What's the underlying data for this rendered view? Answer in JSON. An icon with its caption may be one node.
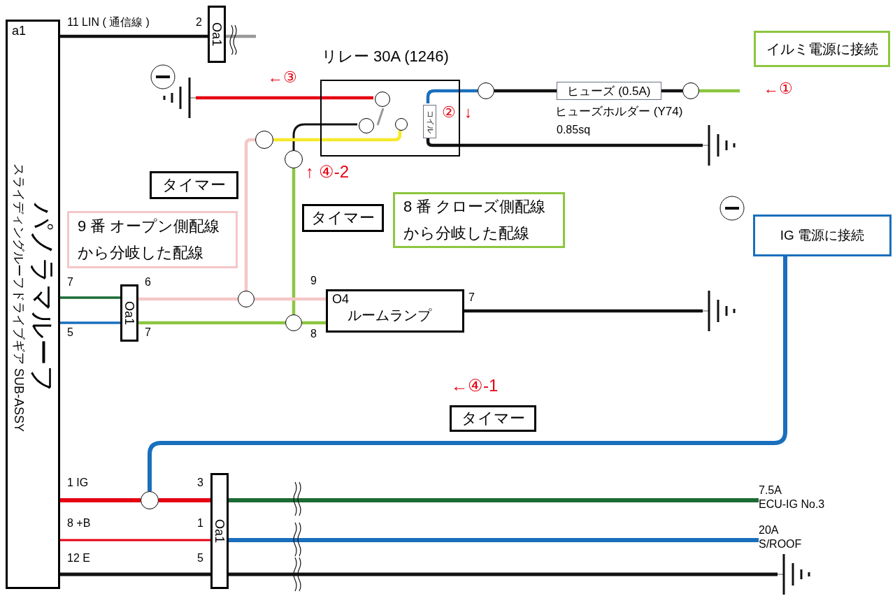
{
  "diagram": {
    "nodes": [
      {
        "text": [
          "a1",
          "パノラマルーフ",
          "スライディングルーフドライブギア SUB-ASSY"
        ]
      },
      {
        "text": [
          "Oa1"
        ]
      },
      {
        "text": [
          "リレー 30A (1246)"
        ]
      },
      {
        "text": [
          "コイル"
        ],
        "in": 2
      },
      {
        "text": [
          "ヒューズ (0.5A)"
        ],
        "beside": [
          "ヒューズホルダー (Y74)"
        ]
      },
      {
        "text": [
          "イルミ電源に接続"
        ]
      },
      {
        "text": [
          "タイマー"
        ]
      },
      {
        "text": [
          "タイマー"
        ]
      },
      {
        "text": [
          "9 番 オープン側配線から分岐した配線"
        ]
      },
      {
        "text": [
          "8 番 クローズ側配線から分岐した配線"
        ]
      },
      {
        "text": [
          "Oa1"
        ]
      },
      {
        "text": [
          "O4",
          "ルームランプ"
        ]
      },
      {
        "text": [
          "IG 電源に接続"
        ]
      },
      {
        "text": [
          "タイマー"
        ]
      },
      {
        "text": [
          "Oa1"
        ]
      },
      {
        "text": [
          "7.5A",
          "ECU-IG No.3"
        ]
      },
      {
        "text": [
          "20A",
          "S/ROOF"
        ]
      },
      {
        "text": [],
        "shape": "circle",
        "in": 2
      },
      {
        "text": [],
        "shape": "circle",
        "in": 2
      },
      {
        "text": [],
        "shape": "circle",
        "in": 2
      },
      {
        "text": [],
        "shape": "circle"
      },
      {
        "text": [],
        "shape": "circle"
      },
      {
        "text": [],
        "shape": "circle"
      },
      {
        "text": [],
        "shape": "circle"
      },
      {
        "text": [],
        "shape": "circle"
      },
      {
        "text": [],
        "shape": "circle"
      },
      {
        "text": [],
        "shape": "circle"
      },
      {
        "text": [],
        "shape": "ground"
      },
      {
        "text": [],
        "shape": "ground"
      },
      {
        "text": [],
        "shape": "ground"
      },
      {
        "text": [],
        "shape": "ground"
      }
    ],
    "edges": [
      {
        "from": 0,
        "to": 1,
        "arrow": "none"
      },
      {
        "from": 1,
        "to": null,
        "arrow": "none",
        "color": "#999999"
      },
      {
        "from": 17,
        "to": 27,
        "arrow": "none",
        "color": "#e60012"
      },
      {
        "from": 18,
        "to": 21,
        "arrow": "none"
      },
      {
        "from": 19,
        "to": 20,
        "arrow": "none",
        "color": "#f5e82a"
      },
      {
        "from": 20,
        "to": 24,
        "arrow": "none",
        "color": "#f4c7c7"
      },
      {
        "from": 21,
        "to": 25,
        "arrow": "none",
        "color": "#8cc63f"
      },
      {
        "from": 3,
        "to": 22,
        "arrow": "none",
        "color": "#1a6fbd"
      },
      {
        "from": 22,
        "to": 4,
        "arrow": "none"
      },
      {
        "from": 4,
        "to": 23,
        "arrow": "none"
      },
      {
        "from": 23,
        "to": null,
        "arrow": "none",
        "color": "#8cc63f"
      },
      {
        "from": 3,
        "to": 28,
        "arrow": "none"
      },
      {
        "from": 0,
        "to": 10,
        "arrow": "none",
        "color": "#1b6b34"
      },
      {
        "from": 0,
        "to": 10,
        "arrow": "none",
        "color": "#1a6fbd"
      },
      {
        "from": 10,
        "to": 24,
        "arrow": "none",
        "color": "#f4c7c7"
      },
      {
        "from": 24,
        "to": 11,
        "arrow": "none",
        "color": "#f4c7c7"
      },
      {
        "from": 10,
        "to": 25,
        "arrow": "none",
        "color": "#8cc63f"
      },
      {
        "from": 25,
        "to": 11,
        "arrow": "none",
        "color": "#8cc63f"
      },
      {
        "from": 11,
        "to": 29,
        "arrow": "none"
      },
      {
        "from": 12,
        "to": 26,
        "arrow": "none",
        "color": "#1a6fbd"
      },
      {
        "from": 0,
        "to": 26,
        "arrow": "none",
        "color": "#e60012"
      },
      {
        "from": 26,
        "to": 14,
        "arrow": "none",
        "color": "#e60012"
      },
      {
        "from": 0,
        "to": 14,
        "arrow": "none",
        "color": "#e60012"
      },
      {
        "from": 0,
        "to": 14,
        "arrow": "none"
      },
      {
        "from": 14,
        "to": 15,
        "arrow": "none",
        "color": "#1b6b34"
      },
      {
        "from": 14,
        "to": 16,
        "arrow": "none",
        "color": "#1a6fbd"
      },
      {
        "from": 14,
        "to": 30,
        "arrow": "none"
      }
    ],
    "labels": [
      "11 LIN ( 通信線 )",
      "2",
      "←③",
      "②",
      "↓",
      "0.85sq",
      "←①",
      "↑ ④-2",
      "7",
      "6",
      "9",
      "7",
      "5",
      "7",
      "8",
      "←④-1",
      "1 IG",
      "3",
      "8 +B",
      "1",
      "12 E",
      "5"
    ]
  }
}
